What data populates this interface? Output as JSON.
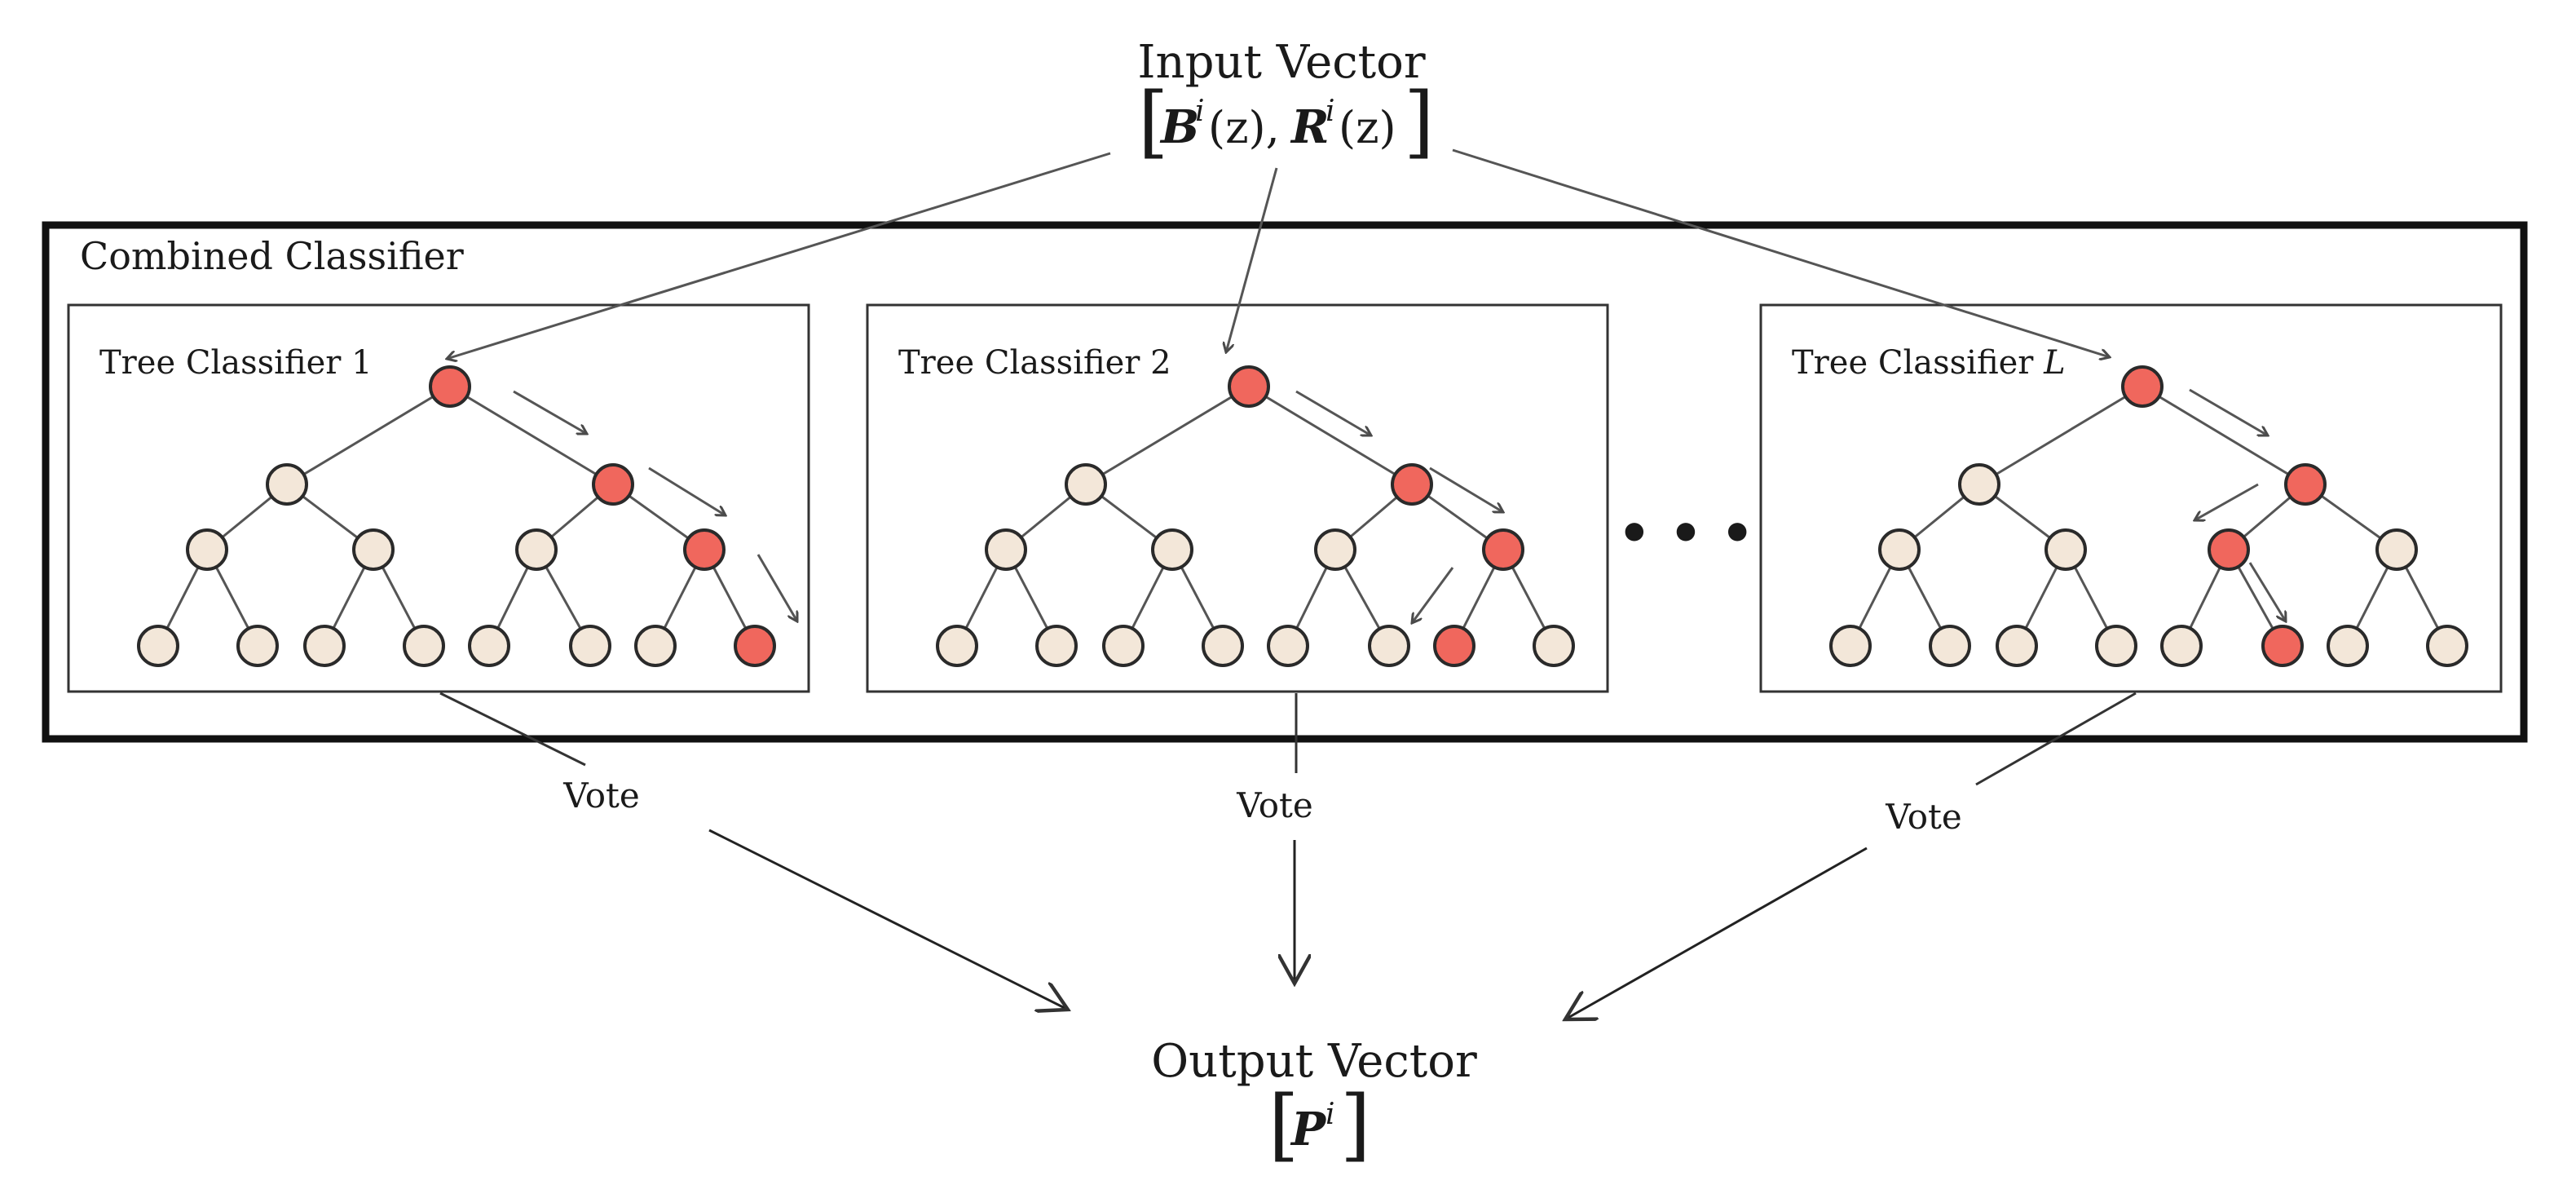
{
  "input": {
    "title": "Input Vector",
    "formula_lbracket": "[",
    "formula_B": "B",
    "formula_i1": "i",
    "formula_z1": "(z),",
    "formula_R": "R",
    "formula_i2": "i",
    "formula_z2": "(z)",
    "formula_rbracket": "]"
  },
  "combined": {
    "label": "Combined Classifier"
  },
  "trees": [
    {
      "label": "Tree Classifier 1",
      "label_var": ""
    },
    {
      "label": "Tree Classifier 2",
      "label_var": ""
    },
    {
      "label": "Tree Classifier ",
      "label_var": "L"
    }
  ],
  "ellipsis": "• • •",
  "votes": [
    "Vote",
    "Vote",
    "Vote"
  ],
  "output": {
    "title": "Output Vector",
    "formula_lbracket": "[",
    "formula_P": "P",
    "formula_i": "i",
    "formula_rbracket": "]"
  },
  "colors": {
    "node_fill": "#f3e7d9",
    "active_fill": "#f0675d",
    "stroke": "#2a2a2a",
    "edge": "#555555",
    "arrow": "#555555"
  }
}
